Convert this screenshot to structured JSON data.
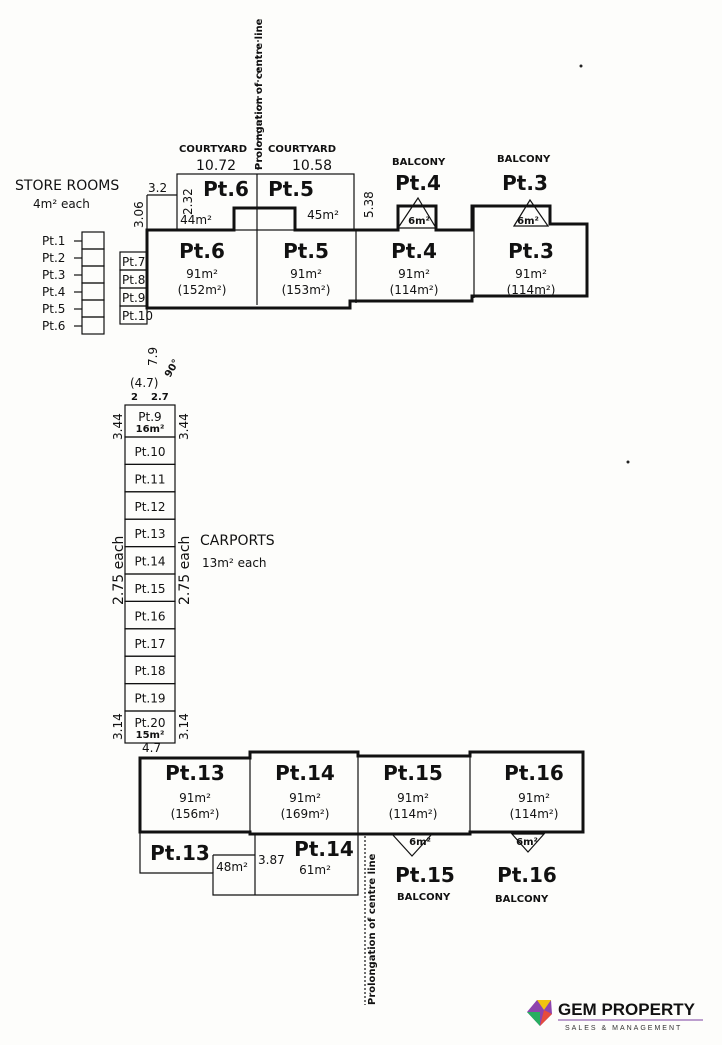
{
  "headers": {
    "store_rooms": "STORE ROOMS",
    "store_rooms_each": "4m² each",
    "courtyard_1": "COURTYARD",
    "courtyard_2": "COURTYARD",
    "balcony_1": "BALCONY",
    "balcony_2": "BALCONY",
    "balcony_3": "BALCONY",
    "balcony_4": "BALCONY",
    "prolongation_top": "Prolongation of centre line",
    "prolongation_bottom": "Prolongation of centre line",
    "carports": "CARPORTS",
    "carports_each": "13m² each",
    "angle": "90°"
  },
  "dims": {
    "c1_width": "10.72",
    "c2_width": "10.58",
    "d_3_2": "3.2",
    "d_2_32": "2.32",
    "d_3_06": "3.06",
    "d_5_38": "5.38",
    "d_7_9": "7.9",
    "d_4_7a": "(4.7)",
    "d_2": "2",
    "d_2_7": "2.7",
    "d_3_44a": "3.44",
    "d_3_44b": "3.44",
    "d_2_75a": "2.75 each",
    "d_2_75b": "2.75 each",
    "d_3_14a": "3.14",
    "d_3_14b": "3.14",
    "d_4_7b": "4.7",
    "d_3_87": "3.87"
  },
  "top_units": [
    {
      "label": "Pt.6",
      "area": "91m²",
      "total": "(152m²)"
    },
    {
      "label": "Pt.5",
      "area": "91m²",
      "total": "(153m²)"
    },
    {
      "label": "Pt.4",
      "area": "91m²",
      "total": "(114m²)"
    },
    {
      "label": "Pt.3",
      "area": "91m²",
      "total": "(114m²)"
    }
  ],
  "top_courtyards": [
    {
      "label": "Pt.6",
      "area": "44m²"
    },
    {
      "label": "Pt.5",
      "area": "45m²"
    }
  ],
  "top_balconies": [
    {
      "label": "Pt.4",
      "area": "6m²"
    },
    {
      "label": "Pt.3",
      "area": "6m²"
    }
  ],
  "store_rooms": [
    "Pt.1",
    "Pt.2",
    "Pt.3",
    "Pt.4",
    "Pt.5",
    "Pt.6"
  ],
  "small_lots": [
    "Pt.7",
    "Pt.8",
    "Pt.9",
    "Pt.10"
  ],
  "carports": [
    {
      "label": "Pt.9",
      "area": "16m²"
    },
    {
      "label": "Pt.10",
      "area": ""
    },
    {
      "label": "Pt.11",
      "area": ""
    },
    {
      "label": "Pt.12",
      "area": ""
    },
    {
      "label": "Pt.13",
      "area": ""
    },
    {
      "label": "Pt.14",
      "area": ""
    },
    {
      "label": "Pt.15",
      "area": ""
    },
    {
      "label": "Pt.16",
      "area": ""
    },
    {
      "label": "Pt.17",
      "area": ""
    },
    {
      "label": "Pt.18",
      "area": ""
    },
    {
      "label": "Pt.19",
      "area": ""
    },
    {
      "label": "Pt.20",
      "area": "15m²"
    }
  ],
  "bottom_units": [
    {
      "label": "Pt.13",
      "area": "91m²",
      "total": "(156m²)"
    },
    {
      "label": "Pt.14",
      "area": "91m²",
      "total": "(169m²)"
    },
    {
      "label": "Pt.15",
      "area": "91m²",
      "total": "(114m²)"
    },
    {
      "label": "Pt.16",
      "area": "91m²",
      "total": "(114m²)"
    }
  ],
  "bottom_courtyards": [
    {
      "label": "Pt.13",
      "area": "48m²"
    },
    {
      "label": "Pt.14",
      "area": "61m²"
    }
  ],
  "bottom_balconies": [
    {
      "label": "Pt.15",
      "area": "6m²"
    },
    {
      "label": "Pt.16",
      "area": "6m²"
    }
  ],
  "logo": {
    "name": "GEM PROPERTY",
    "tagline": "SALES & MANAGEMENT",
    "brand_color": "#7b3fa0"
  }
}
